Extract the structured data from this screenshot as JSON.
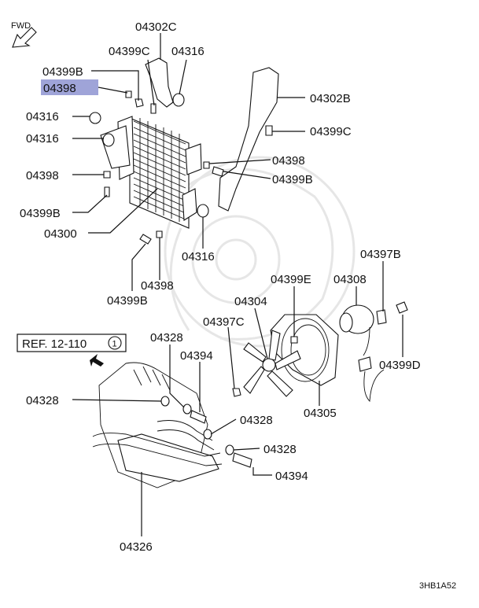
{
  "diagram": {
    "fwd_label": "FWD",
    "ref_label": "REF. 12-110",
    "ref_circle": "1",
    "drawing_code": "3HB1A52",
    "highlight_color": "#9fa4d8",
    "labels": {
      "l_04302C": "04302C",
      "l_04399C_top": "04399C",
      "l_04316_top": "04316",
      "l_04399B_top": "04399B",
      "l_04398_hl": "04398",
      "l_04302B": "04302B",
      "l_04316_a": "04316",
      "l_04316_b": "04316",
      "l_04399C_r": "04399C",
      "l_04398_r": "04398",
      "l_04399B_r": "04399B",
      "l_04398_l": "04398",
      "l_04399B_l": "04399B",
      "l_04300": "04300",
      "l_04316_mid": "04316",
      "l_04398_bot": "04398",
      "l_04399B_bot": "04399B",
      "l_04397B": "04397B",
      "l_04399E": "04399E",
      "l_04308": "04308",
      "l_04304": "04304",
      "l_04397C": "04397C",
      "l_04328_a": "04328",
      "l_04394_a": "04394",
      "l_04399D": "04399D",
      "l_04328_b": "04328",
      "l_04305": "04305",
      "l_04328_c": "04328",
      "l_04328_d": "04328",
      "l_04394_b": "04394",
      "l_04326": "04326"
    }
  }
}
